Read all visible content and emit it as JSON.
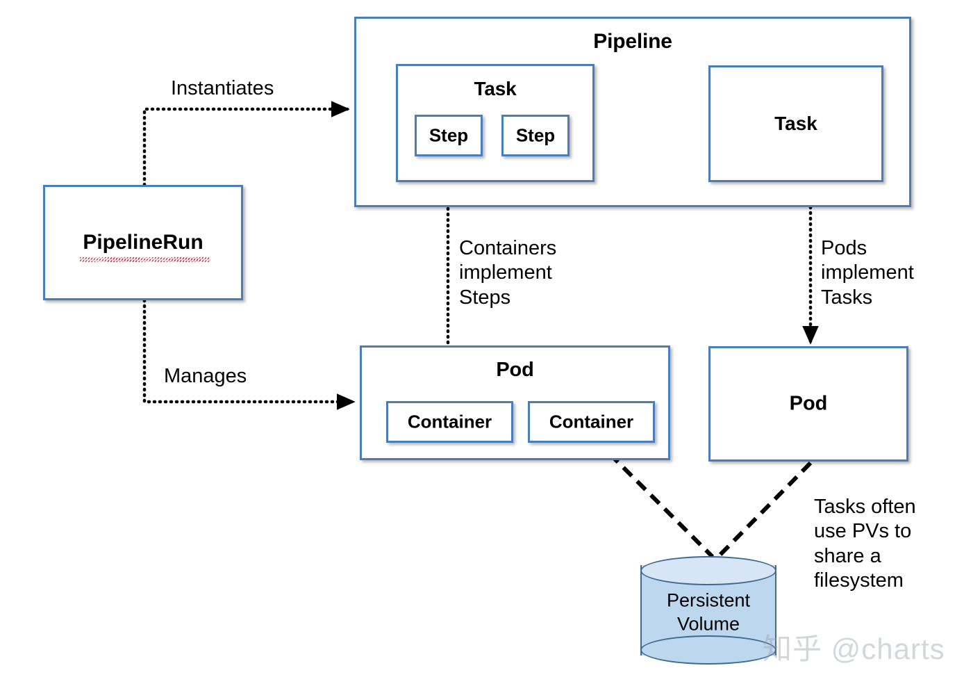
{
  "diagram": {
    "title": "Tekton Pipeline / Pod relationship diagram",
    "colors": {
      "box_border": "#4A7EBB",
      "box_fill": "#FFFFFF",
      "cylinder_fill": "#BDD7EE",
      "cylinder_top_fill": "#D6E6F7",
      "cylinder_stroke": "#3F6B8E",
      "connector": "#000000",
      "spellcheck_underline": "#B03A48",
      "watermark": "#969EAA"
    },
    "pipeline": {
      "label": "Pipeline",
      "tasks": [
        {
          "label": "Task",
          "steps": [
            {
              "label": "Step"
            },
            {
              "label": "Step"
            }
          ]
        },
        {
          "label": "Task",
          "steps": []
        }
      ]
    },
    "pipeline_run": {
      "label": "PipelineRun",
      "has_spellcheck_underline": true
    },
    "pods": [
      {
        "label": "Pod",
        "containers": [
          {
            "label": "Container"
          },
          {
            "label": "Container"
          }
        ]
      },
      {
        "label": "Pod",
        "containers": []
      }
    ],
    "storage": {
      "label": "Persistent\nVolume",
      "shape": "cylinder"
    },
    "connector_labels": {
      "instantiates": "Instantiates",
      "manages": "Manages",
      "containers_implement_steps": "Containers\nimplement\nSteps",
      "pods_implement_tasks": "Pods\nimplement\nTasks",
      "tasks_use_pvs": "Tasks often\nuse PVs to\nshare a\nfilesystem"
    },
    "watermark": "知乎 @charts"
  }
}
